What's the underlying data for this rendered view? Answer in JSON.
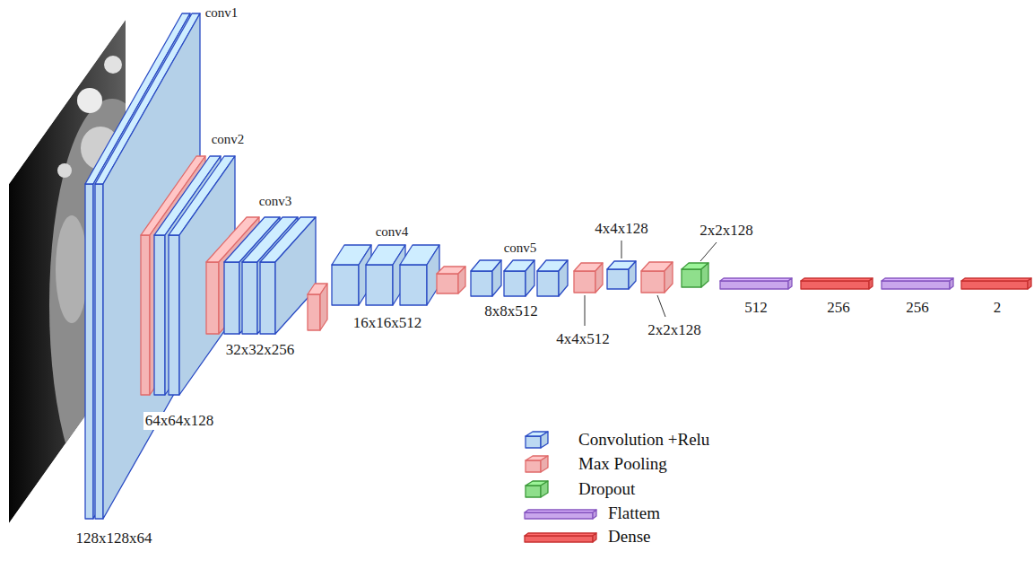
{
  "diagram": {
    "labels": [
      "conv1",
      "128x128x64",
      "conv2",
      "64x64x128",
      "conv3",
      "32x32x256",
      "conv4",
      "16x16x512",
      "conv5",
      "8x8x512",
      "4x4x512",
      "4x4x128",
      "2x2x128",
      "2x2x128",
      "512",
      "256",
      "256",
      "2"
    ],
    "legend": [
      {
        "text": "Convolution +Relu",
        "color": "#bcd9f2"
      },
      {
        "text": "Max Pooling",
        "color": "#f5b5b5"
      },
      {
        "text": "Dropout",
        "color": "#8fdf8c"
      },
      {
        "text": "Flattem",
        "color": "#c9a6ec"
      },
      {
        "text": "Dense",
        "color": "#f26464"
      }
    ]
  }
}
